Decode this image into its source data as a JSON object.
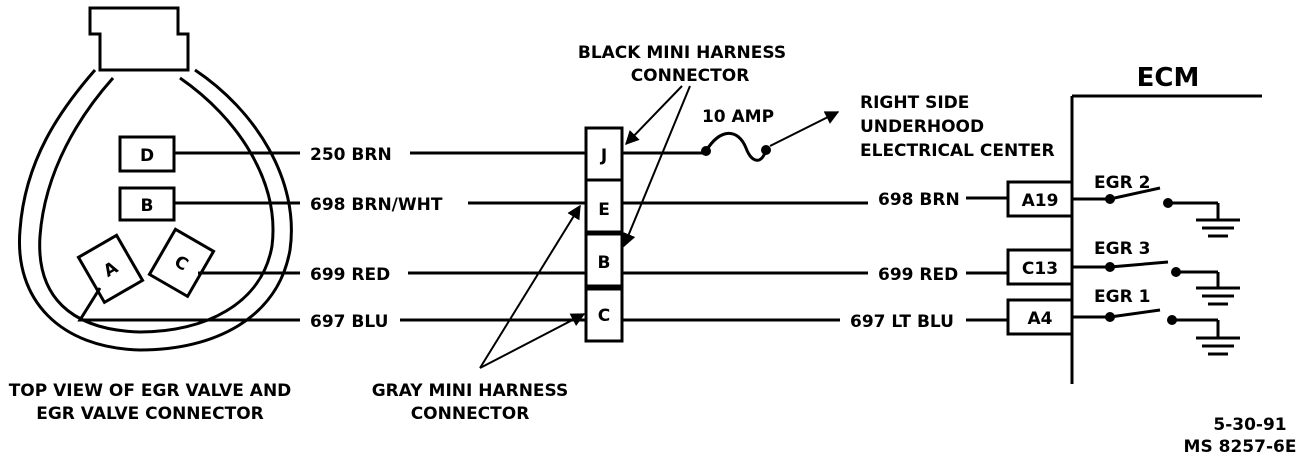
{
  "egr_valve": {
    "caption_line1": "TOP VIEW OF EGR VALVE AND",
    "caption_line2": "EGR VALVE CONNECTOR",
    "pins": {
      "d": "D",
      "b": "B",
      "a": "A",
      "c": "C"
    }
  },
  "wires_left": {
    "w250": "250 BRN",
    "w698": "698 BRN/WHT",
    "w699": "699 RED",
    "w697": "697  BLU"
  },
  "mini_harness": {
    "black_line1": "BLACK MINI HARNESS",
    "black_line2": "CONNECTOR",
    "gray_line1": "GRAY MINI HARNESS",
    "gray_line2": "CONNECTOR",
    "pins": {
      "j": "J",
      "e": "E",
      "b": "B",
      "c": "C"
    }
  },
  "fuse": {
    "label": "10 AMP",
    "dest_line1": "RIGHT SIDE",
    "dest_line2": "UNDERHOOD",
    "dest_line3": "ELECTRICAL CENTER"
  },
  "wires_right": {
    "w698": "698 BRN",
    "w699": "699 RED",
    "w697": "697 LT BLU"
  },
  "ecm": {
    "title": "ECM",
    "pins": {
      "a19": "A19",
      "c13": "C13",
      "a4": "A4"
    },
    "switches": {
      "egr2": "EGR 2",
      "egr3": "EGR 3",
      "egr1": "EGR 1"
    }
  },
  "footer": {
    "date": "5-30-91",
    "ref": "MS 8257-6E"
  }
}
